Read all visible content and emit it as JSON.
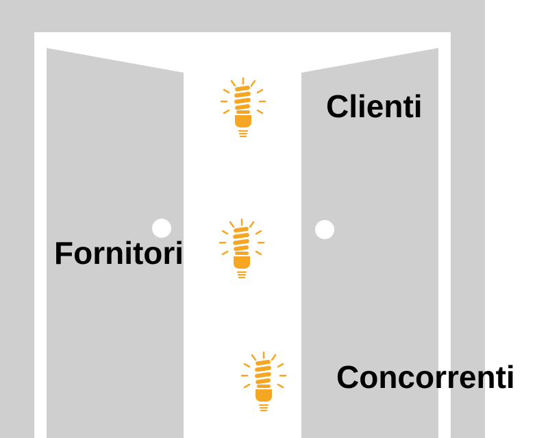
{
  "colors": {
    "door": "#cfcfcf",
    "background": "#ffffff",
    "bulb": "#f5a623",
    "text": "#000000"
  },
  "labels": {
    "clienti": "Clienti",
    "fornitori": "Fornitori",
    "concorrenti": "Concorrenti"
  },
  "icons": {
    "bulb": "lightbulb-icon"
  }
}
